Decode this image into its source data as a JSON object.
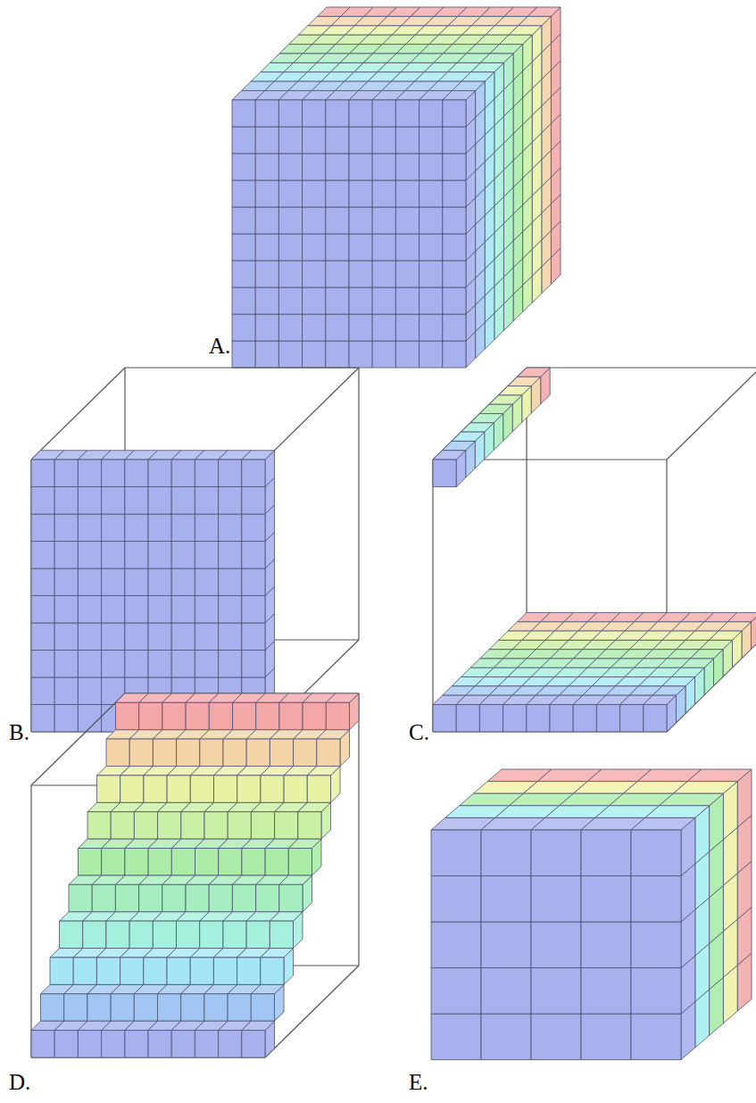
{
  "diagram": {
    "labels": [
      "A.",
      "B.",
      "C.",
      "D.",
      "E."
    ]
  }
}
